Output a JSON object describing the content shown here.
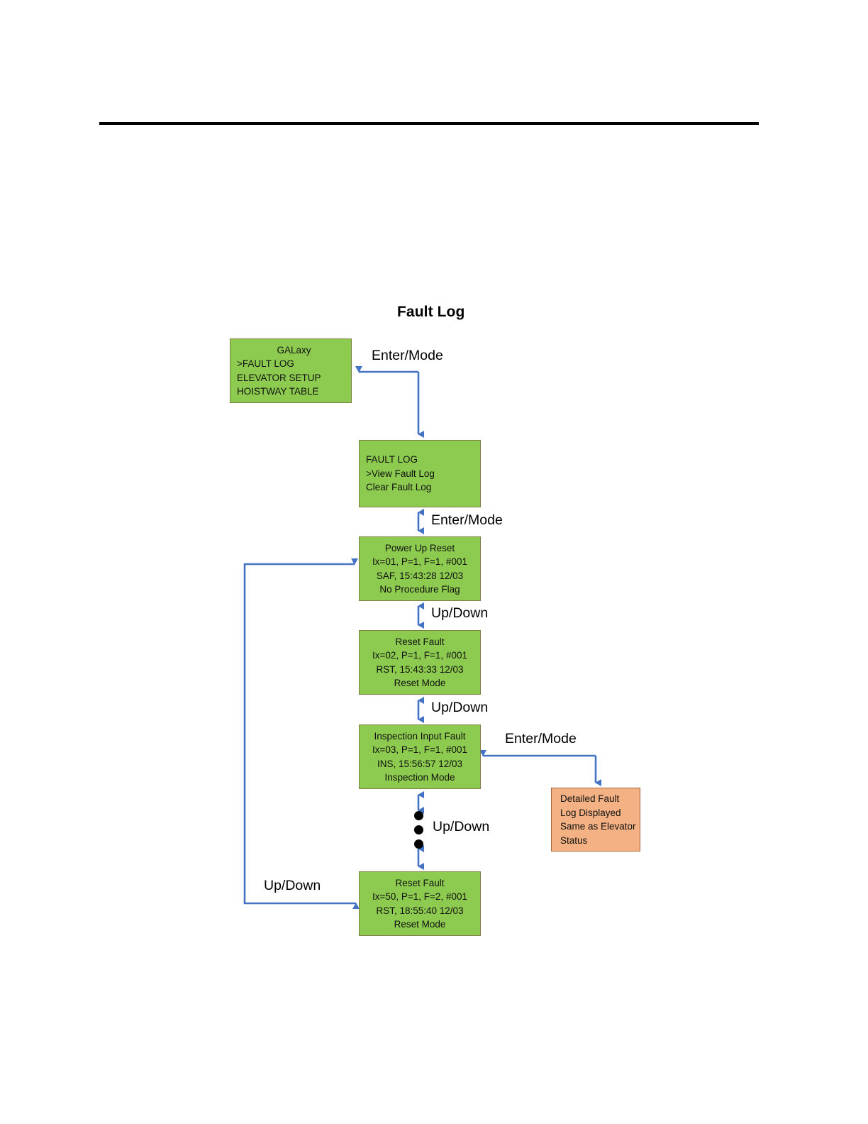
{
  "page": {
    "rule": "horizontal-rule"
  },
  "diagram": {
    "title": "Fault Log",
    "accent_colors": {
      "node_green": "#8CCB4F",
      "node_orange": "#F4B183",
      "arrow_blue": "#4472C4",
      "node_border": "#7f7f42"
    },
    "nodes": [
      {
        "id": "main-menu",
        "kind": "green",
        "align": "left",
        "lines": [
          "GALaxy",
          "&gt;FAULT LOG",
          "ELEVATOR SETUP",
          "HOISTWAY TABLE"
        ],
        "line0": "GALaxy",
        "line1": ">FAULT LOG",
        "line2": "ELEVATOR SETUP",
        "line3": "HOISTWAY TABLE"
      },
      {
        "id": "fault-log-menu",
        "kind": "green",
        "align": "left",
        "line0": "FAULT LOG",
        "line1": ">View Fault Log",
        "line2": "Clear Fault Log"
      },
      {
        "id": "power-up-reset",
        "kind": "green",
        "align": "center",
        "line0": "Power Up Reset",
        "line1": "Ix=01, P=1, F=1, #001",
        "line2": "SAF, 15:43:28  12/03",
        "line3": "No Procedure Flag"
      },
      {
        "id": "reset-fault-02",
        "kind": "green",
        "align": "center",
        "line0": "Reset Fault",
        "line1": "Ix=02, P=1, F=1, #001",
        "line2": "RST, 15:43:33  12/03",
        "line3": "Reset Mode"
      },
      {
        "id": "inspection-input-fault",
        "kind": "green",
        "align": "center",
        "line0": "Inspection Input Fault",
        "line1": "Ix=03, P=1, F=1, #001",
        "line2": "INS, 15:56:57  12/03",
        "line3": "Inspection Mode"
      },
      {
        "id": "reset-fault-50",
        "kind": "green",
        "align": "center",
        "line0": "Reset Fault",
        "line1": "Ix=50, P=1, F=2, #001",
        "line2": "RST, 18:55:40  12/03",
        "line3": "Reset Mode"
      },
      {
        "id": "detailed-fault-log",
        "kind": "orange",
        "align": "left",
        "line0": "Detailed Fault",
        "line1": "Log Displayed",
        "line2": "Same as Elevator",
        "line3": "Status"
      }
    ],
    "edge_labels": {
      "enter_mode_1": "Enter/Mode",
      "enter_mode_2": "Enter/Mode",
      "enter_mode_3": "Enter/Mode",
      "up_down_1": "Up/Down",
      "up_down_2": "Up/Down",
      "up_down_3": "Up/Down",
      "up_down_loop": "Up/Down"
    },
    "ellipsis": "vertical-ellipsis-three-dots"
  }
}
